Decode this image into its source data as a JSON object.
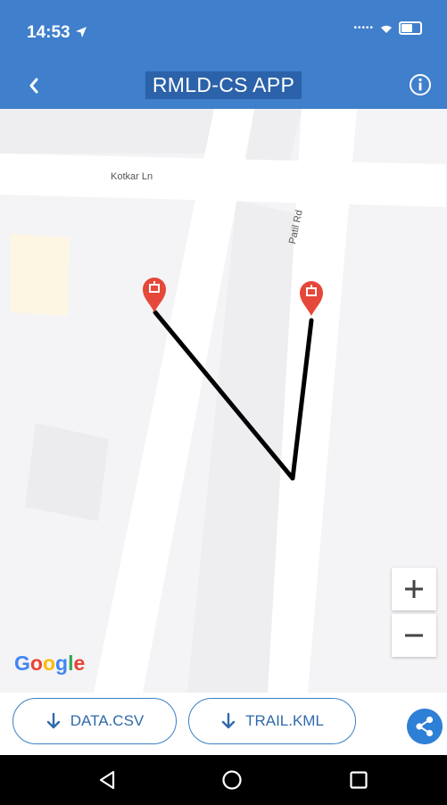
{
  "status_bar": {
    "time": "14:53"
  },
  "app_bar": {
    "title": "RMLD-CS APP"
  },
  "map": {
    "streets": {
      "kotkar": "Kotkar Ln",
      "patil": "Patil Rd"
    },
    "attribution": {
      "g1": "G",
      "o1": "o",
      "o2": "o",
      "g2": "g",
      "l": "l",
      "e": "e"
    },
    "marker_color": "#e5483a",
    "trail_color": "#000000"
  },
  "actions": {
    "csv_label": "DATA.CSV",
    "kml_label": "TRAIL.KML"
  },
  "colors": {
    "primary": "#3f7fcc",
    "accent": "#2e7fd6"
  }
}
